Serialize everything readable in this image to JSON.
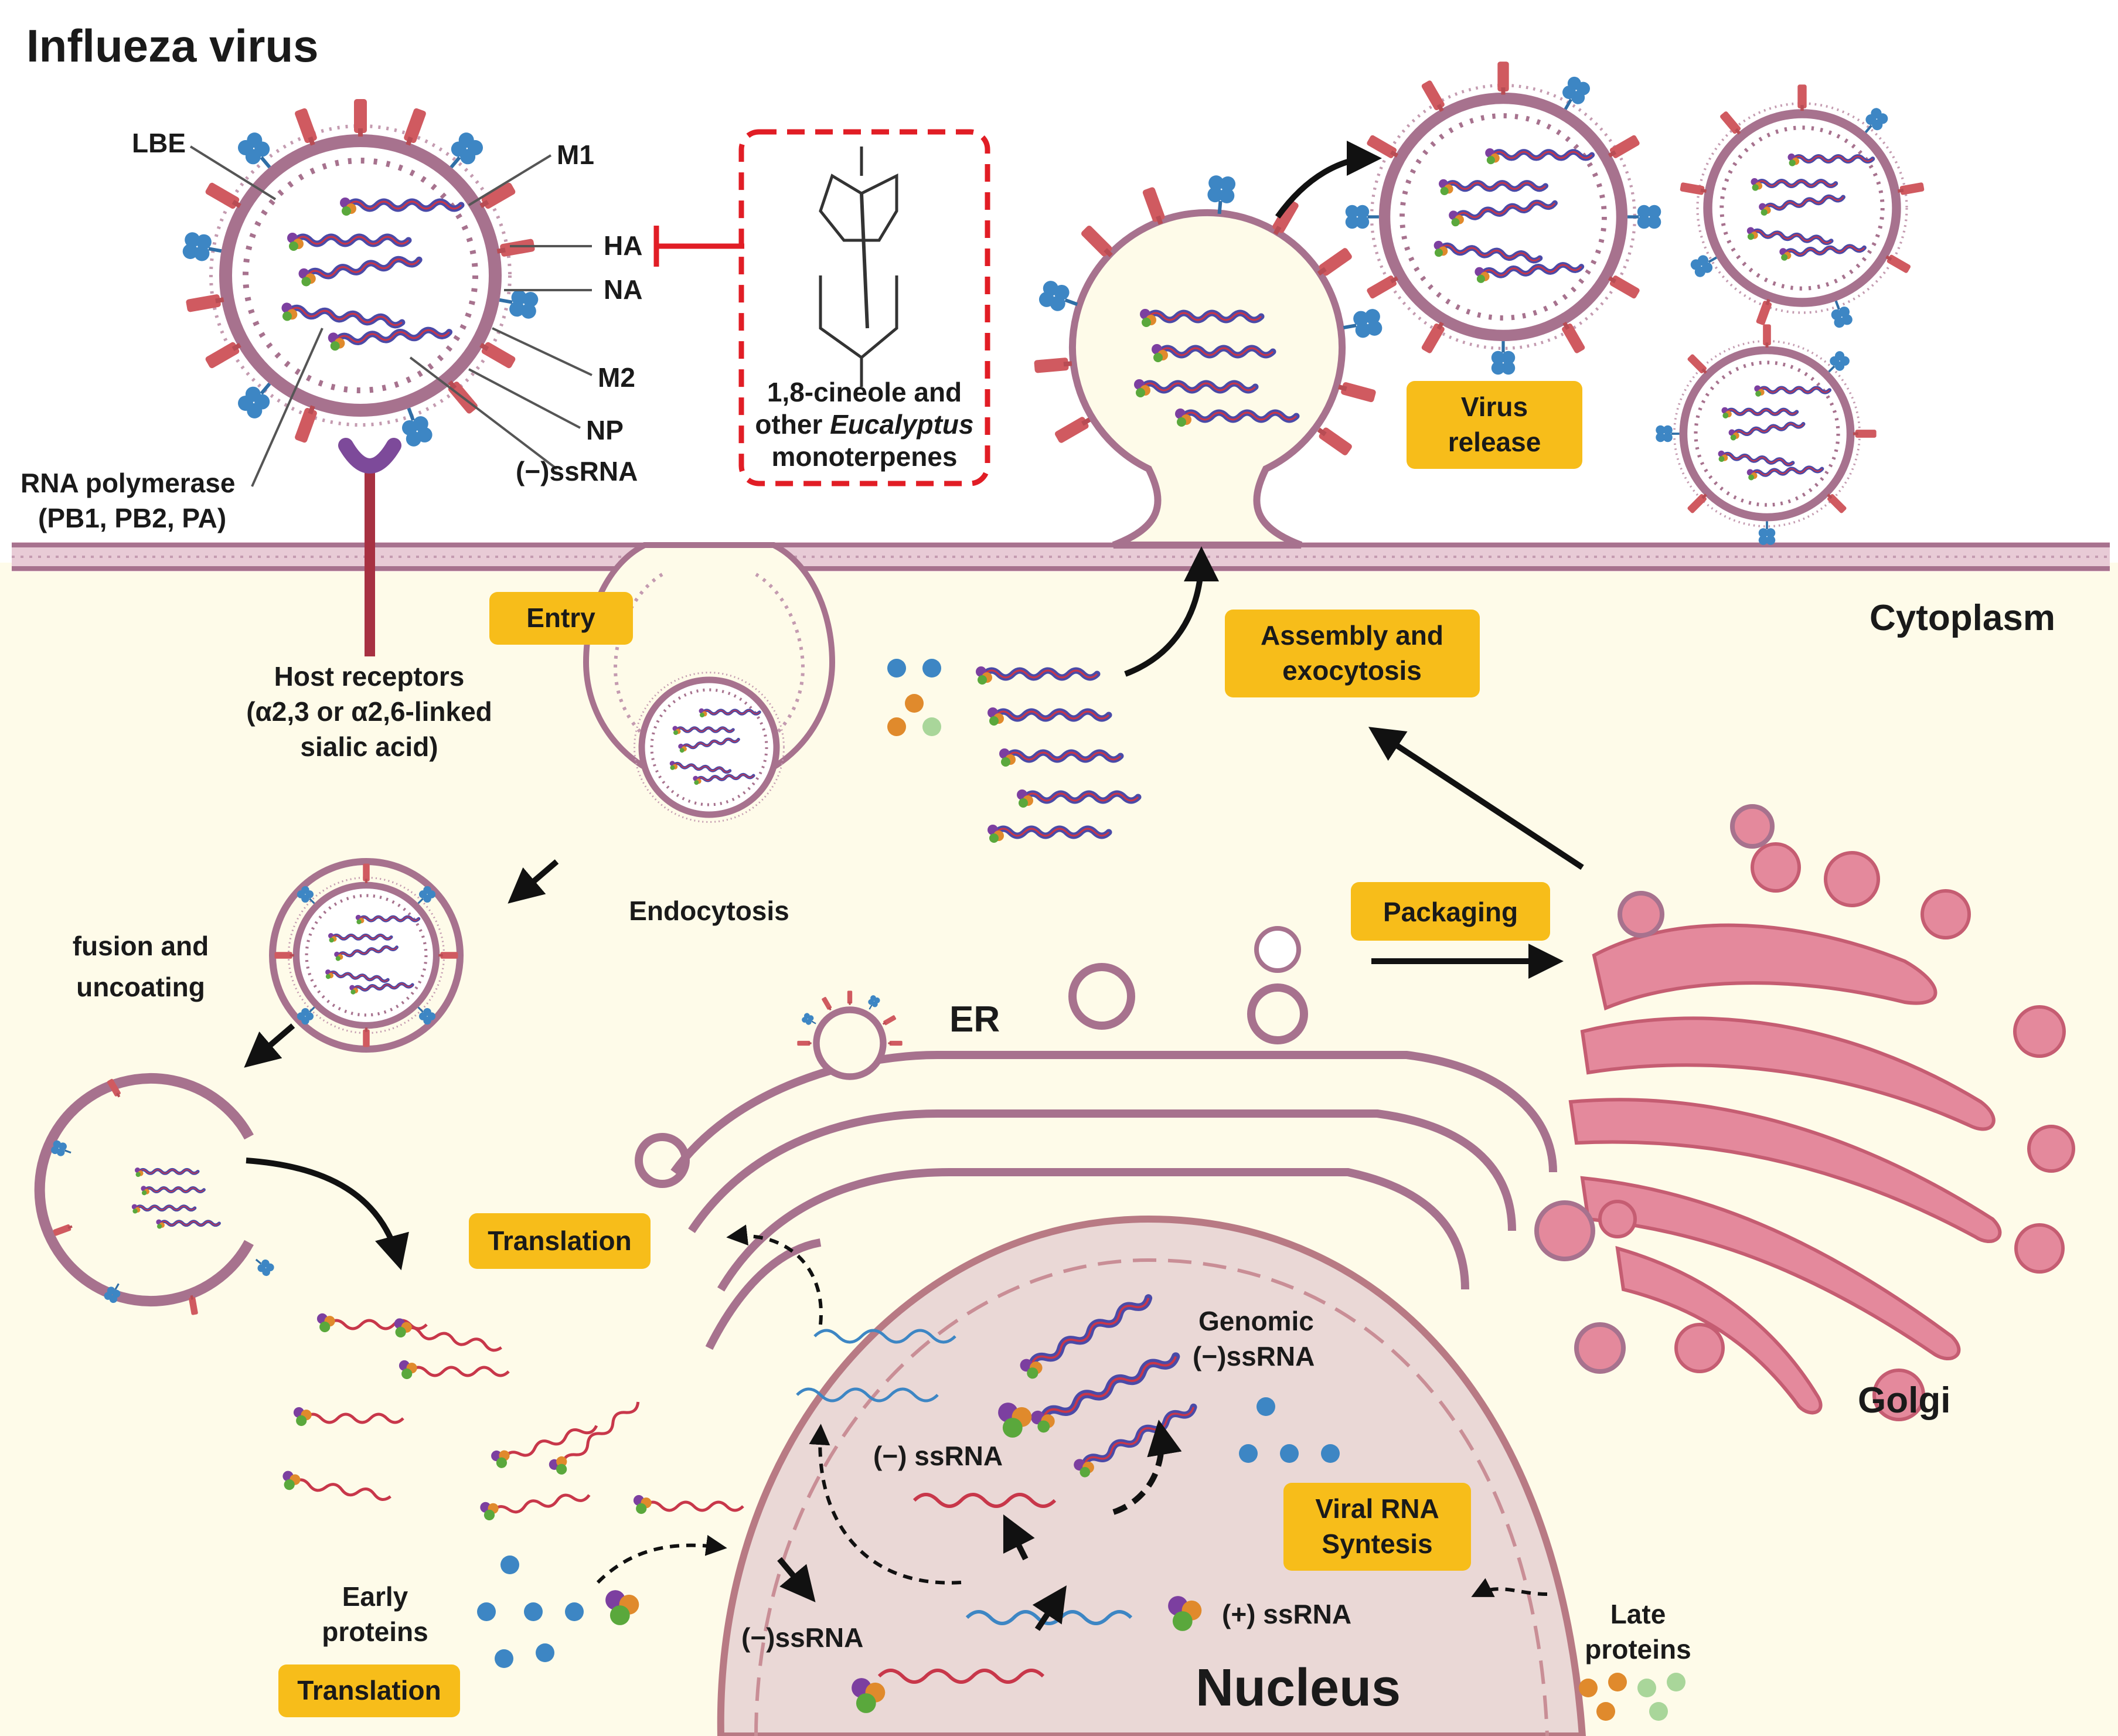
{
  "title": "Influeza virus",
  "virion_labels": {
    "lbe": "LBE",
    "m1": "M1",
    "ha": "HA",
    "na": "NA",
    "m2": "M2",
    "np": "NP",
    "ssrna": "(−)ssRNA",
    "rna_pol_1": "RNA polymerase",
    "rna_pol_2": "(PB1, PB2, PA)"
  },
  "inhibitor": {
    "line1": "1,8-cineole and",
    "line2_plain": "other ",
    "line2_italic": "Eucalyptus",
    "line3": "monoterpenes"
  },
  "receptor": {
    "line1": "Host receptors",
    "line2": "(α2,3 or α2,6-linked",
    "line3": "sialic acid)"
  },
  "stages": {
    "entry": "Entry",
    "endocytosis": "Endocytosis",
    "fusion_1": "fusion and",
    "fusion_2": "uncoating",
    "translation_top": "Translation",
    "translation_bottom": "Translation",
    "early_1": "Early",
    "early_2": "proteins",
    "assembly_1": "Assembly and",
    "assembly_2": "exocytosis",
    "release_1": "Virus",
    "release_2": "release",
    "packaging": "Packaging",
    "viral_rna_1": "Viral RNA",
    "viral_rna_2": "Syntesis",
    "late_1": "Late",
    "late_2": "proteins"
  },
  "compartments": {
    "cytoplasm": "Cytoplasm",
    "er": "ER",
    "golgi": "Golgi",
    "nucleus": "Nucleus"
  },
  "rna_labels": {
    "genomic_1": "Genomic",
    "genomic_2": "(−)ssRNA",
    "minus_mid": "(−) ssRNA",
    "minus_low": "(−)ssRNA",
    "plus": "(+) ssRNA"
  },
  "colors": {
    "label_box": "#f7bd1a",
    "membrane": "#a7728e",
    "spike": "#d05a60",
    "na_spike": "#3d86c4",
    "cytoplasm": "#fefbe9",
    "nucleus": "#ead8d6",
    "golgi": "#e4899c",
    "inhibition": "#e11d25"
  }
}
